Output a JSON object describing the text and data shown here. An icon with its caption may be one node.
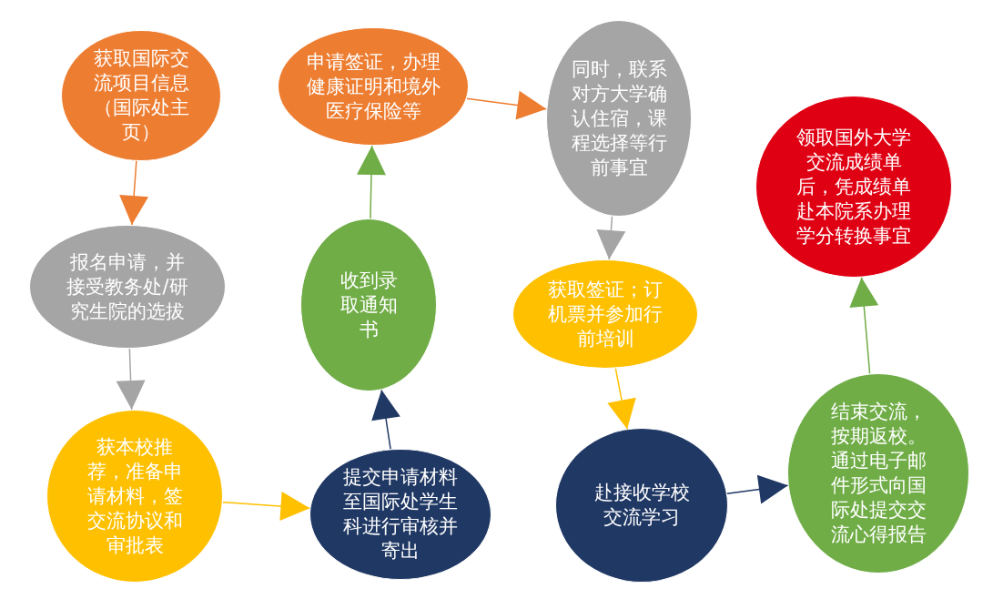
{
  "diagram": {
    "nodes": [
      {
        "text": [
          "获取国际交流项目信息（国际处主页）"
        ]
      },
      {
        "text": [
          "报名申请，并接受教务处/研究生院的选拔"
        ]
      },
      {
        "text": [
          "获本校推荐，准备申请材料，签交流协议和审批表"
        ]
      },
      {
        "text": [
          "提交申请材料至国际处学生科进行审核并寄出"
        ]
      },
      {
        "text": [
          "收到录取通知书"
        ]
      },
      {
        "text": [
          "申请签证，办理健康证明和境外医疗保险等"
        ]
      },
      {
        "text": [
          "同时，联系对方大学确认住宿，课程选择等行前事宜"
        ]
      },
      {
        "text": [
          "获取签证；订机票并参加行前培训"
        ]
      },
      {
        "text": [
          "赴接收学校交流学习"
        ]
      },
      {
        "text": [
          "结束交流，按期返校。通过电子邮件形式向国际处提交交流心得报告"
        ]
      },
      {
        "text": [
          "领取国外大学交流成绩单后，凭成绩单赴本院系办理学分转换事宜"
        ]
      }
    ],
    "edges": [
      {
        "from": 0,
        "to": 1,
        "arrow": "to",
        "color": "#ed7d31"
      },
      {
        "from": 1,
        "to": 2,
        "arrow": "to",
        "color": "#a5a5a5"
      },
      {
        "from": 2,
        "to": 3,
        "arrow": "to",
        "color": "#ffc000"
      },
      {
        "from": 3,
        "to": 4,
        "arrow": "to",
        "color": "#203864"
      },
      {
        "from": 4,
        "to": 5,
        "arrow": "to",
        "color": "#70ad47"
      },
      {
        "from": 5,
        "to": 6,
        "arrow": "to",
        "color": "#ed7d31"
      },
      {
        "from": 6,
        "to": 7,
        "arrow": "to",
        "color": "#a5a5a5"
      },
      {
        "from": 7,
        "to": 8,
        "arrow": "to",
        "color": "#ffc000"
      },
      {
        "from": 8,
        "to": 9,
        "arrow": "to",
        "color": "#203864"
      },
      {
        "from": 9,
        "to": 10,
        "arrow": "to",
        "color": "#70ad47"
      }
    ]
  }
}
